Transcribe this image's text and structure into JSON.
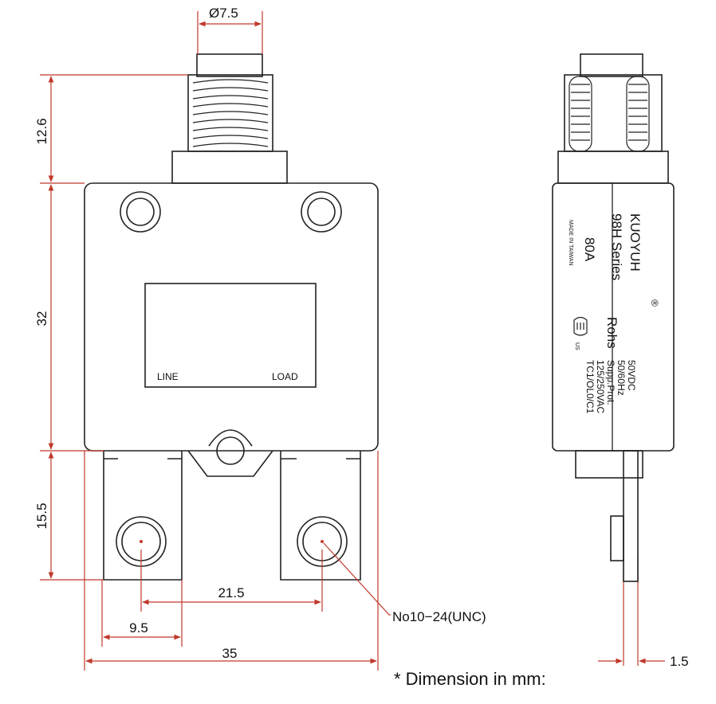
{
  "dimensions": {
    "button_diameter": "Ø7.5",
    "thread_height": "12.6",
    "body_height": "32",
    "terminal_height": "15.5",
    "terminal_spacing": "21.5",
    "terminal_width": "9.5",
    "overall_width": "35",
    "tab_thickness": "1.5"
  },
  "labels": {
    "line": "LINE",
    "load": "LOAD",
    "screw": "No10−24(UNC)",
    "note": "* Dimension in mm:"
  },
  "side_text": {
    "brand": "KUOYUH",
    "registered": "®",
    "series": "98H Series",
    "rating": "80A",
    "origin": "MADE IN TAIWAN",
    "rohs": "Rohs",
    "dc": "50VDC",
    "hz": "50/60Hz",
    "supp": "Supp.Prot.",
    "vac": "125/250VAC",
    "tc": "TC1/OL0/C1",
    "us": "US"
  },
  "colors": {
    "dimension_line": "#c0392b",
    "outline": "#222222"
  }
}
